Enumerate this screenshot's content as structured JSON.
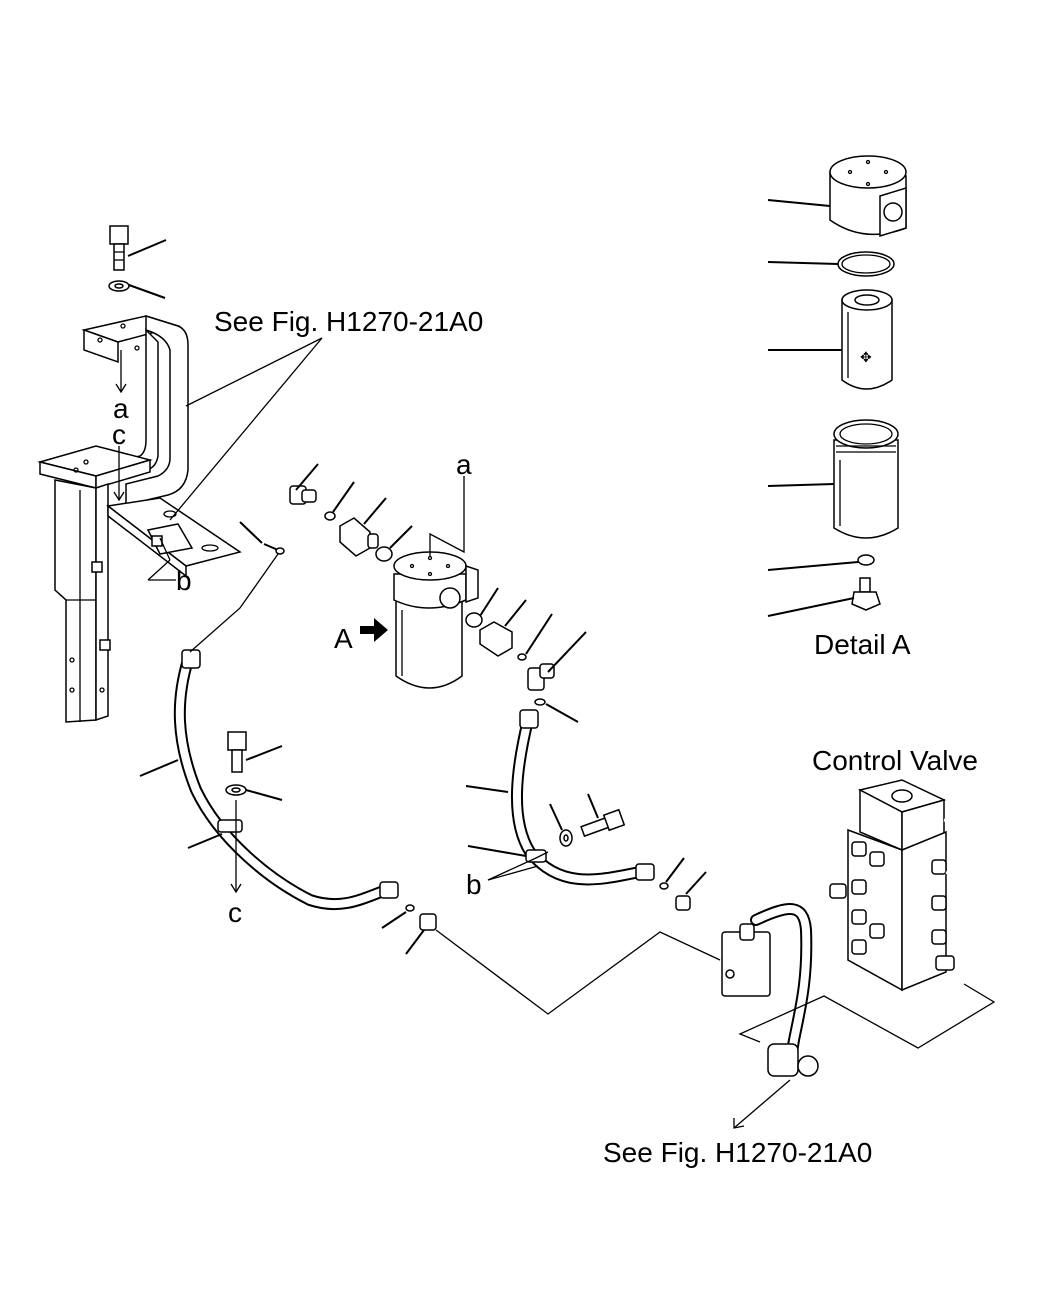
{
  "labels": {
    "see_fig_top": "See Fig. H1270-21A0",
    "see_fig_bottom": "See Fig. H1270-21A0",
    "detail_a": "Detail A",
    "control_valve": "Control Valve",
    "arrow_a": "A",
    "ref_a_bracket": "a",
    "ref_c_bracket": "c",
    "ref_b_bracket": "b",
    "ref_a_filter": "a",
    "ref_b_hose": "b",
    "ref_c_hose": "c"
  }
}
